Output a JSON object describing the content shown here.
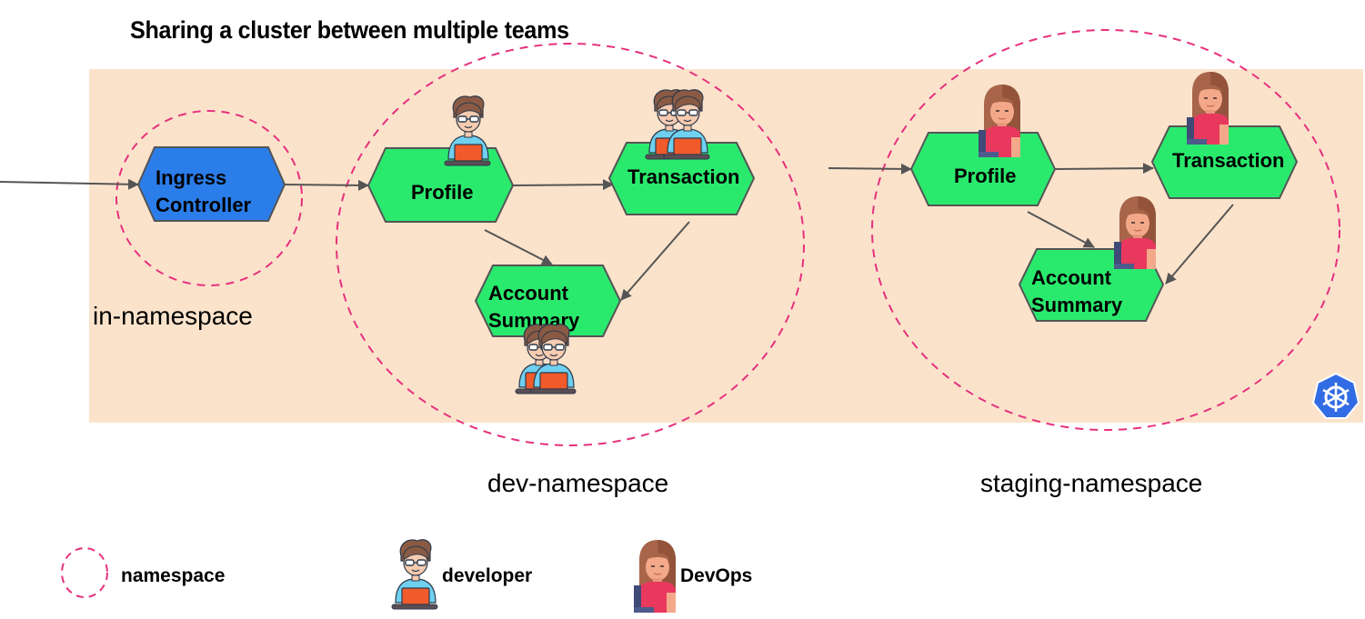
{
  "title": "Sharing a cluster between multiple teams",
  "colors": {
    "band": "#fbe3cb",
    "namespace_dash": "#e6307e",
    "service_fill": "#2aea6e",
    "ingress_fill": "#2b7de9",
    "edge": "#555555",
    "k8s_blue": "#326ce5"
  },
  "namespaces": [
    {
      "id": "in",
      "label": "in-namespace"
    },
    {
      "id": "dev",
      "label": "dev-namespace"
    },
    {
      "id": "staging",
      "label": "staging-namespace"
    }
  ],
  "nodes": {
    "ingress": {
      "line1": "Ingress",
      "line2": "Controller"
    },
    "dev_profile": {
      "line1": "Profile"
    },
    "dev_transaction": {
      "line1": "Transaction"
    },
    "dev_account": {
      "line1": "Account",
      "line2": "Summary"
    },
    "stg_profile": {
      "line1": "Profile"
    },
    "stg_transaction": {
      "line1": "Transaction"
    },
    "stg_account": {
      "line1": "Account",
      "line2": "Summary"
    }
  },
  "edges": [
    {
      "from": "external",
      "to": "ingress"
    },
    {
      "from": "ingress",
      "to": "dev_profile"
    },
    {
      "from": "dev_profile",
      "to": "dev_transaction"
    },
    {
      "from": "dev_profile",
      "to": "dev_account"
    },
    {
      "from": "dev_transaction",
      "to": "dev_account"
    },
    {
      "from": "external",
      "to": "stg_profile"
    },
    {
      "from": "stg_profile",
      "to": "stg_transaction"
    },
    {
      "from": "stg_profile",
      "to": "stg_account"
    },
    {
      "from": "stg_transaction",
      "to": "stg_account"
    }
  ],
  "assignments": {
    "dev_profile": {
      "role": "developer",
      "count": 1
    },
    "dev_transaction": {
      "role": "developer",
      "count": 2
    },
    "dev_account": {
      "role": "developer",
      "count": 2
    },
    "stg_profile": {
      "role": "devops",
      "count": 1
    },
    "stg_transaction": {
      "role": "devops",
      "count": 1
    },
    "stg_account": {
      "role": "devops",
      "count": 1
    }
  },
  "legend": {
    "namespace": "namespace",
    "developer": "developer",
    "devops": "DevOps"
  },
  "logo": "kubernetes-logo"
}
